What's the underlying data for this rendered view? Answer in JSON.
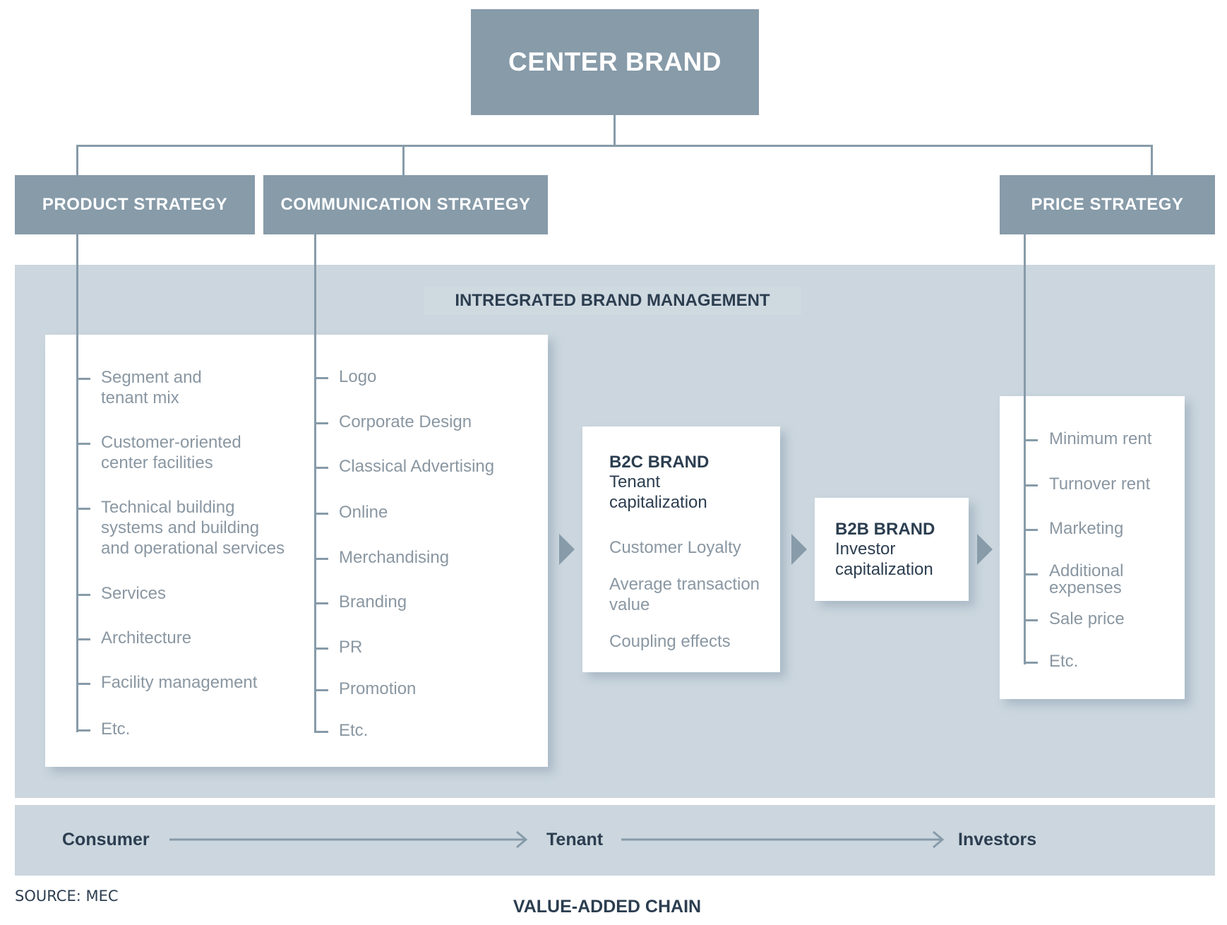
{
  "center_brand": "CENTER BRAND",
  "strategies": {
    "product": "PRODUCT STRATEGY",
    "communication": "COMMUNICATION STRATEGY",
    "price": "PRICE STRATEGY"
  },
  "integrated_title": "INTREGRATED BRAND MANAGEMENT",
  "product_items": [
    "Segment and\ntenant mix",
    "Customer-oriented\ncenter facilities",
    "Technical building\nsystems and building\nand operational services",
    "Services",
    "Architecture",
    "Facility management",
    "Etc."
  ],
  "communication_items": [
    "Logo",
    "Corporate Design",
    "Classical Advertising",
    "Online",
    "Merchandising",
    "Branding",
    "PR",
    "Promotion",
    "Etc."
  ],
  "b2c": {
    "title": "B2C BRAND",
    "subtitle": "Tenant\ncapitalization",
    "items": [
      "Customer Loyalty",
      "Average transaction\nvalue",
      "Coupling effects"
    ]
  },
  "b2b": {
    "title": "B2B BRAND",
    "subtitle": "Investor\ncapitalization"
  },
  "price_items": [
    "Minimum rent",
    "Turnover rent",
    "Marketing",
    "Additional\nexpenses",
    "Sale price",
    "Etc."
  ],
  "chain": {
    "consumer": "Consumer",
    "tenant": "Tenant",
    "investors": "Investors",
    "title": "VALUE-ADDED CHAIN"
  },
  "source": "SOURCE: MEC",
  "colors": {
    "header": "#879ba9",
    "panel": "#cbd6de",
    "text_dark": "#2c3e50",
    "text_light": "#8a97a2"
  }
}
